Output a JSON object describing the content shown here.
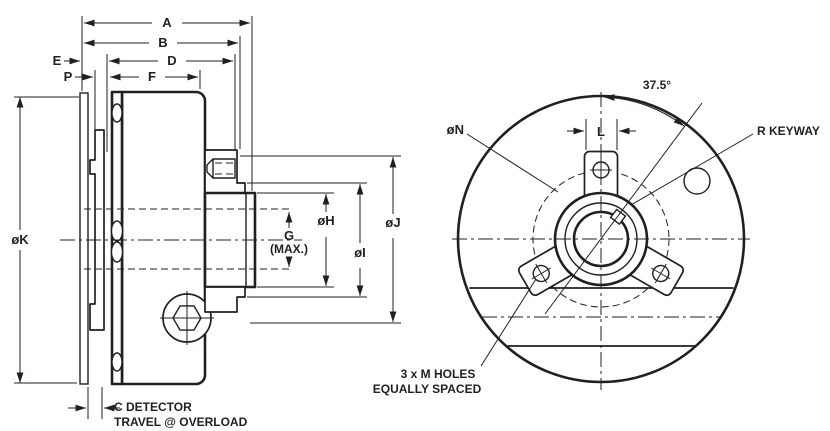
{
  "drawing": {
    "ink_color": "#231f20",
    "background_color": "#ffffff",
    "side_view": {
      "dims": {
        "a": "A",
        "b": "B",
        "d": "D",
        "e": "E",
        "p": "P",
        "f": "F",
        "k": "øK",
        "g_line1": "G",
        "g_line2": "(MAX.)",
        "h": "øH",
        "i": "øI",
        "j": "øJ"
      },
      "c_note": {
        "line1": "C DETECTOR",
        "line2": "TRAVEL @ OVERLOAD"
      }
    },
    "front_view": {
      "angle": "37.5°",
      "n": "øN",
      "l": "L",
      "keyway_note": "R KEYWAY",
      "holes_note": {
        "line1": "3 x M HOLES",
        "line2": "EQUALLY SPACED"
      }
    }
  }
}
